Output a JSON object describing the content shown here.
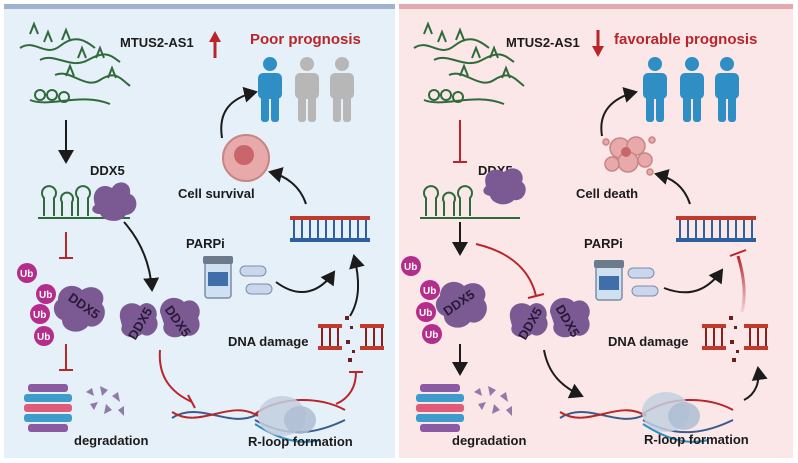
{
  "left_panel": {
    "gene": "MTUS2-AS1",
    "prognosis": "Poor prognosis",
    "protein_label": "DDX5",
    "ub_label": "Ub",
    "complex_label": "DDX5",
    "free_ddx5_labels": [
      "DDX5",
      "DDX5"
    ],
    "outcome": "Cell survival",
    "drug": "PARPi",
    "damage": "DNA damage",
    "degradation": "degradation",
    "rloop": "R-loop formation"
  },
  "right_panel": {
    "gene": "MTUS2-AS1",
    "prognosis": "favorable prognosis",
    "protein_label": "DDX5",
    "ub_label": "Ub",
    "complex_label": "DDX5",
    "free_ddx5_labels": [
      "DDX5",
      "DDX5"
    ],
    "outcome": "Cell death",
    "drug": "PARPi",
    "damage": "DNA damage",
    "degradation": "degradation",
    "rloop": "R-loop formation"
  },
  "colors": {
    "left_bg": "#e6f0f8",
    "right_bg": "#fbe6e8",
    "red": "#b8262a",
    "person_blue": "#2f8fc4",
    "person_grey": "#b7b7b7",
    "ddx5_purple": "#7b5a94",
    "ub_magenta": "#b52d8a",
    "rna_green": "#2f6b3a"
  },
  "icons": [
    "up-arrow-icon",
    "down-arrow-icon",
    "person-icon",
    "cell-icon",
    "pill-bottle-icon",
    "capsule-icon",
    "proteasome-icon",
    "dna-icon",
    "rna-icon"
  ]
}
